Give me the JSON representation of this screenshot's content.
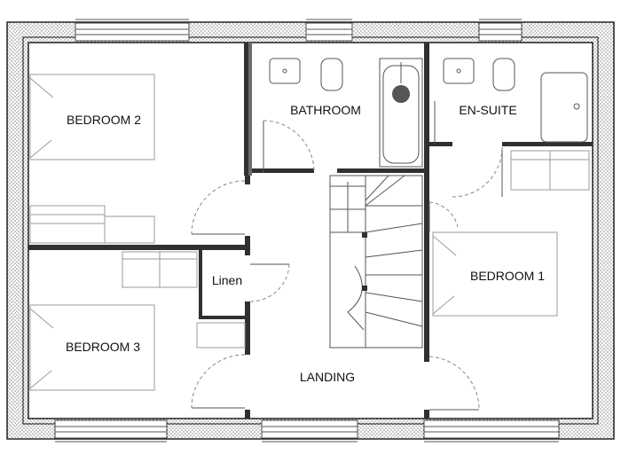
{
  "rooms": {
    "bedroom2": "BEDROOM 2",
    "bathroom": "BATHROOM",
    "ensuite": "EN-SUITE",
    "bedroom1": "BEDROOM 1",
    "linen": "Linen",
    "bedroom3": "BEDROOM 3",
    "landing": "LANDING"
  }
}
